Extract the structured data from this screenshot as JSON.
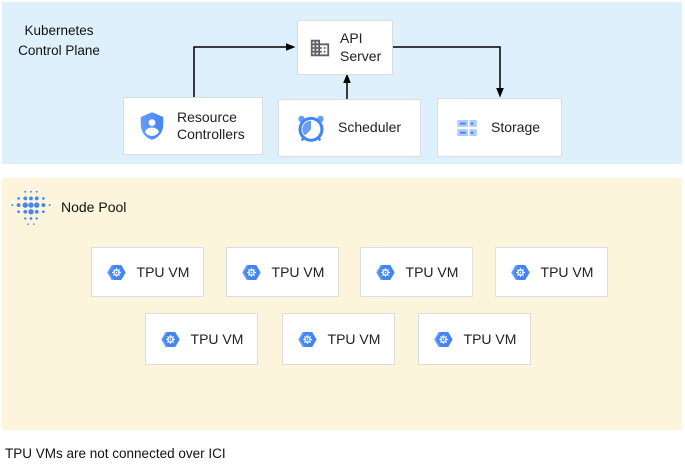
{
  "regions": {
    "control_plane": {
      "label": "Kubernetes Control Plane",
      "bg_color": "#def0fb"
    },
    "node_pool": {
      "label": "Node Pool",
      "bg_color": "#fcf4db"
    }
  },
  "nodes": {
    "api_server": {
      "label": "API Server",
      "icon": "building-icon"
    },
    "resource_controllers": {
      "label": "Resource Controllers",
      "icon": "shield-user-icon"
    },
    "scheduler": {
      "label": "Scheduler",
      "icon": "alarm-clock-icon"
    },
    "storage": {
      "label": "Storage",
      "icon": "storage-disks-icon"
    }
  },
  "arrows": [
    {
      "from": "resource_controllers",
      "to": "api_server"
    },
    {
      "from": "scheduler",
      "to": "api_server"
    },
    {
      "from": "api_server",
      "to": "storage"
    }
  ],
  "tpu": {
    "label": "TPU VM",
    "icon": "gke-hexagon-icon",
    "rows": [
      4,
      3
    ],
    "total": 7
  },
  "caption": "TPU VMs are not connected over ICI",
  "colors": {
    "google_blue": "#4285f4",
    "google_blue_light": "#669df6",
    "google_blue_pale": "#aecbfa",
    "icon_gray": "#5f6368",
    "box_border": "#dadce0",
    "arrow": "#000000"
  }
}
